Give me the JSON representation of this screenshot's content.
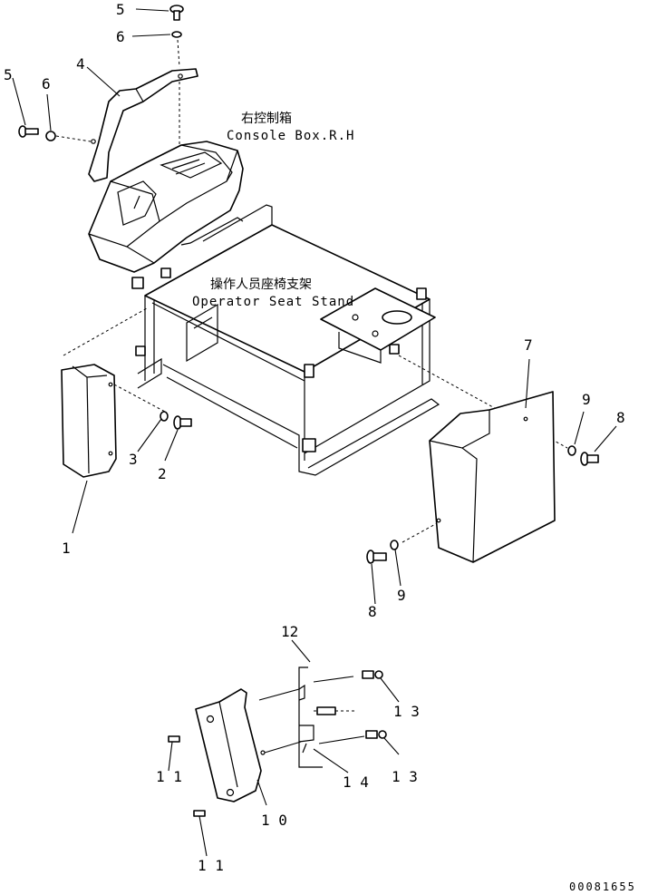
{
  "labels": {
    "l5a": "5",
    "l6a": "6",
    "l4": "4",
    "l5b": "5",
    "l6b": "6",
    "l3": "3",
    "l2": "2",
    "l1": "1",
    "l7": "7",
    "l9a": "9",
    "l8a": "8",
    "l8b": "8",
    "l9b": "9",
    "l12": "12",
    "l13a": "1 3",
    "l13b": "1 3",
    "l14": "1 4",
    "l11a": "1 1",
    "l10": "1 0",
    "l11b": "1 1"
  },
  "captions": {
    "console_jp": "右控制箱",
    "console_en": "Console Box.R.H",
    "seat_jp": "操作人员座椅支架",
    "seat_en": "Operator Seat Stand"
  },
  "drawing_number": "00081655"
}
